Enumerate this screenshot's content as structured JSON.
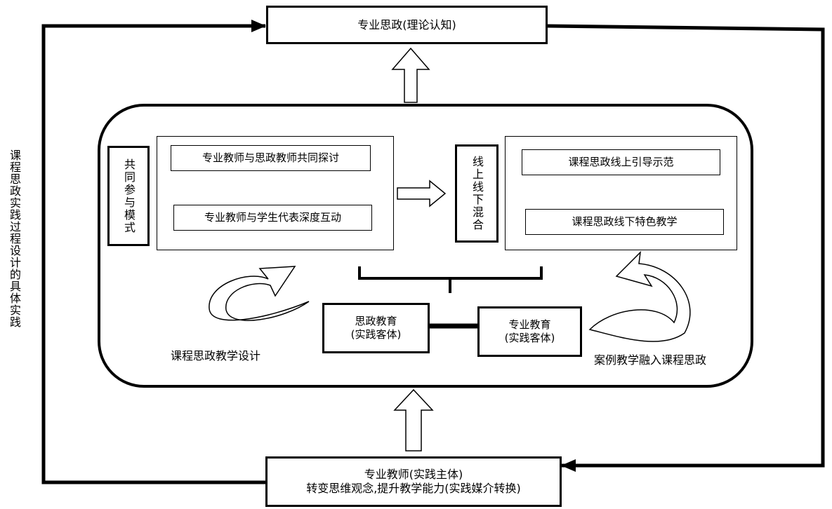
{
  "top_box": {
    "text": "专业思政(理论认知)"
  },
  "side_label": {
    "text": "课程思政实践过程设计的具体实践"
  },
  "left_group": {
    "vertical_label": "共同参与模式",
    "item1": "专业教师与思政教师共同探讨",
    "item2": "专业教师与学生代表深度互动"
  },
  "middle_box": {
    "text": "线上线下混合"
  },
  "right_group": {
    "item1": "课程思政线上引导示范",
    "item2": "课程思政线下特色教学"
  },
  "ideology_box": {
    "line1": "思政教育",
    "line2": "(实践客体)"
  },
  "professional_box": {
    "line1": "专业教育",
    "line2": "(实践客体)"
  },
  "left_curve_label": {
    "text": "课程思政教学设计"
  },
  "right_curve_label": {
    "text": "案例教学融入课程思政"
  },
  "bottom_box": {
    "line1": "专业教师(实践主体)",
    "line2": "转变思维观念,提升教学能力(实践媒介转换)"
  }
}
